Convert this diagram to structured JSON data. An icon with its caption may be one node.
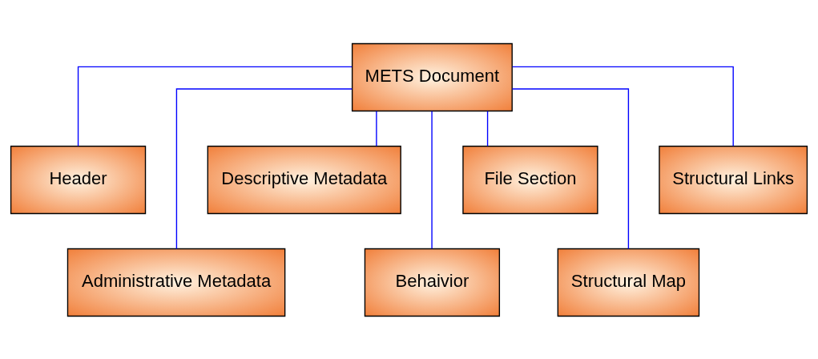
{
  "diagram": {
    "nodes": [
      {
        "text": [
          "METS Document"
        ]
      },
      {
        "text": [
          "Header"
        ]
      },
      {
        "text": [
          "Descriptive Metadata"
        ]
      },
      {
        "text": [
          "File Section"
        ]
      },
      {
        "text": [
          "Structural Links"
        ]
      },
      {
        "text": [
          "Administrative Metadata"
        ]
      },
      {
        "text": [
          "Behaivior"
        ]
      },
      {
        "text": [
          "Structural Map"
        ]
      }
    ],
    "edges": [
      {
        "from": 0,
        "to": 1,
        "arrow": "none"
      },
      {
        "from": 0,
        "to": 2,
        "arrow": "none"
      },
      {
        "from": 0,
        "to": 3,
        "arrow": "none"
      },
      {
        "from": 0,
        "to": 4,
        "arrow": "none"
      },
      {
        "from": 0,
        "to": 5,
        "arrow": "none"
      },
      {
        "from": 0,
        "to": 6,
        "arrow": "none"
      },
      {
        "from": 0,
        "to": 7,
        "arrow": "none"
      }
    ]
  }
}
